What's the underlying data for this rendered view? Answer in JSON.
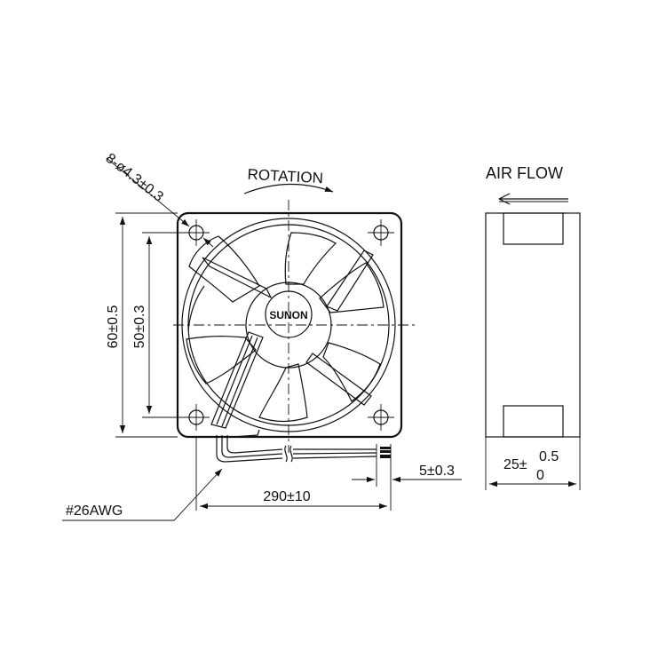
{
  "labels": {
    "holes": "8-ø4.3±0.3",
    "rotation": "ROTATION",
    "air_flow": "AIR FLOW",
    "brand": "SUNON",
    "height_outer": "60±0.5",
    "height_inner": "50±0.3",
    "lead_length": "290±10",
    "strip_length": "5±0.3",
    "wire_gauge": "#26AWG",
    "depth_base": "25±",
    "depth_upper_tol": "0.5",
    "depth_lower_tol": "0"
  }
}
